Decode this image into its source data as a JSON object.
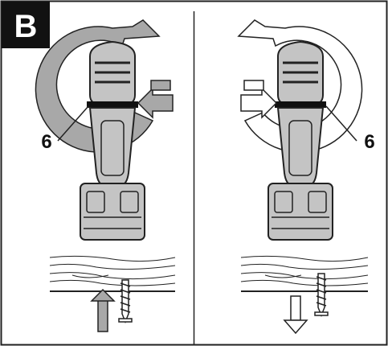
{
  "badge": {
    "label": "B"
  },
  "panels": [
    {
      "name": "left",
      "rotation": "clockwise",
      "direction": "screw-in",
      "callout_label": "6"
    },
    {
      "name": "right",
      "rotation": "counterclockwise",
      "direction": "screw-out",
      "callout_label": "6"
    }
  ],
  "colors": {
    "outline": "#222222",
    "arrow_fill_left": "#a8a8a8",
    "tool_fill": "#c4c4c4",
    "badge_bg": "#111111",
    "background": "#ffffff"
  }
}
